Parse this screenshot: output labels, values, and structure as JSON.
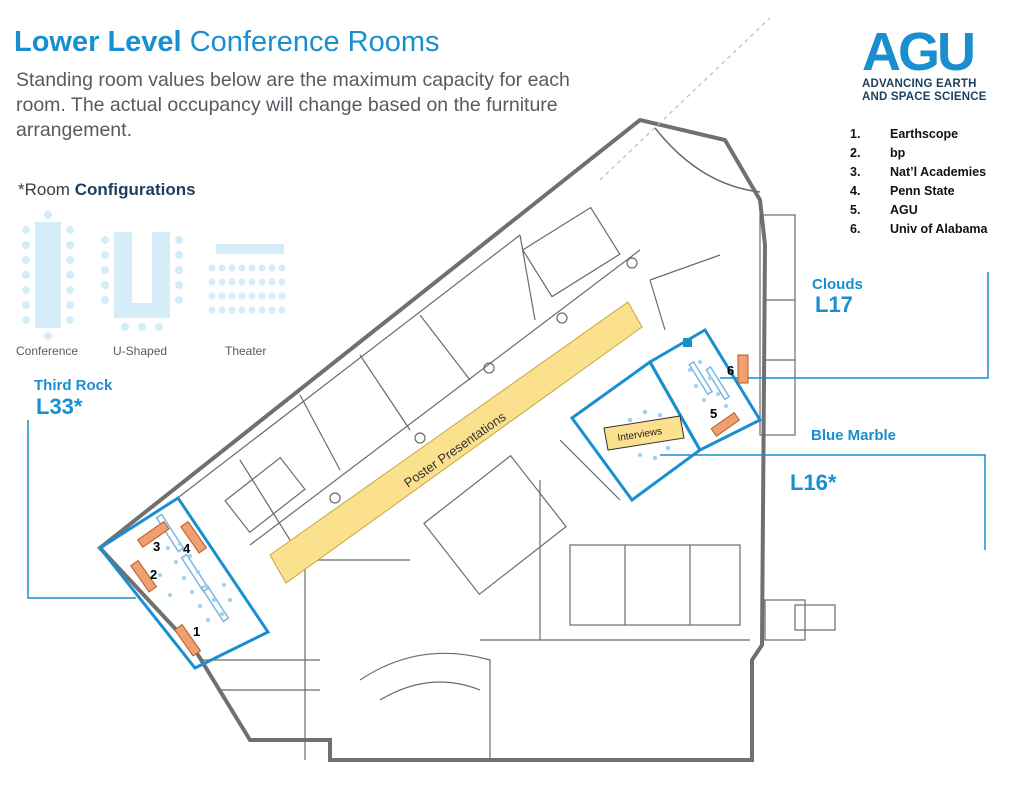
{
  "header": {
    "title_bold": "Lower Level",
    "title_light": "Conference Rooms",
    "subtitle": "Standing room values below are the maximum capacity for each room. The actual occupancy will change based on the furniture arrangement."
  },
  "configurations": {
    "title_prefix": "*Room",
    "title_bold": "Configurations",
    "items": [
      {
        "label": "Conference"
      },
      {
        "label": "U-Shaped"
      },
      {
        "label": "Theater"
      }
    ]
  },
  "logo": {
    "wordmark": "AGU",
    "line1": "ADVANCING EARTH",
    "line2": "AND SPACE SCIENCE"
  },
  "sponsors": [
    {
      "number": "1.",
      "name": "Earthscope"
    },
    {
      "number": "2.",
      "name": "bp"
    },
    {
      "number": "3.",
      "name": "Nat’l Academies"
    },
    {
      "number": "4.",
      "name": "Penn State"
    },
    {
      "number": "5.",
      "name": "AGU"
    },
    {
      "number": "6.",
      "name": "Univ of Alabama"
    }
  ],
  "rooms": {
    "third_rock": {
      "name": "Third Rock",
      "number": "L33*"
    },
    "clouds": {
      "name": "Clouds",
      "number": "L17"
    },
    "blue_marble": {
      "name": "Blue Marble",
      "number": "L16*"
    }
  },
  "map_labels": {
    "poster": "Poster Presentations",
    "interviews": "Interviews"
  },
  "markers": [
    "1",
    "2",
    "3",
    "4",
    "5",
    "6"
  ],
  "colors": {
    "accent_blue": "#1a8fd0",
    "dark_navy": "#1d3f5e",
    "poster_yellow": "#fbe08e",
    "marker_orange": "#f0a070",
    "config_light_blue": "#d5ecf9"
  }
}
